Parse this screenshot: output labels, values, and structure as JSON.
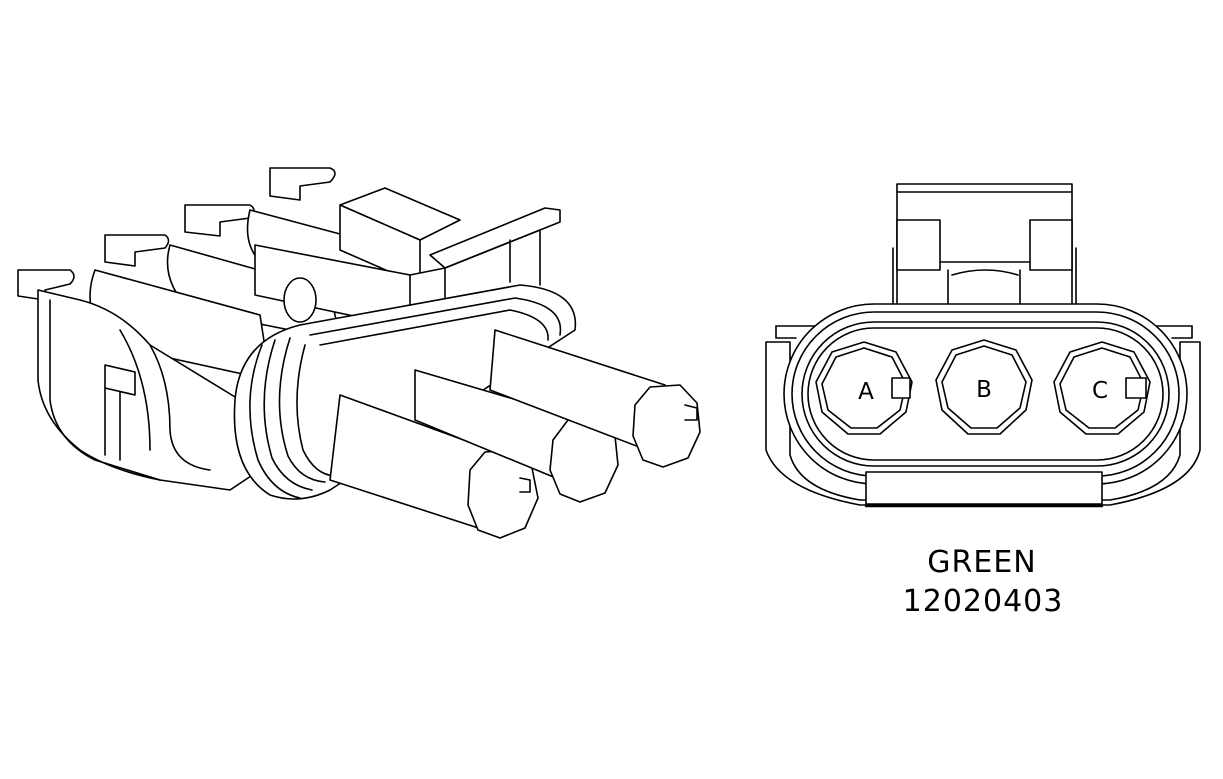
{
  "connector": {
    "color_label": "GREEN",
    "part_number": "12020403",
    "terminals": [
      {
        "label": "A"
      },
      {
        "label": "B"
      },
      {
        "label": "C"
      }
    ]
  }
}
